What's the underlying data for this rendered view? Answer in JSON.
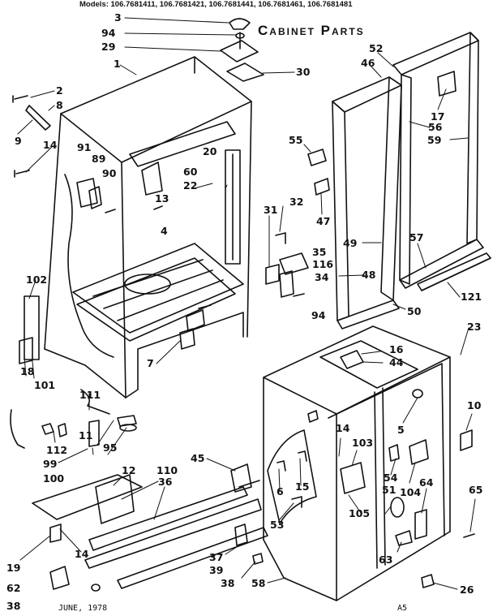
{
  "header": {
    "models": "Models:        106.7681411, 106.7681421, 106.7681441, 106.7681461, 106.7681481",
    "title": "Cabinet Parts"
  },
  "footer": {
    "date": "JUNE, 1978",
    "code": "A5"
  },
  "callouts": [
    "3",
    "94",
    "29",
    "1",
    "30",
    "2",
    "8",
    "9",
    "14",
    "91",
    "89",
    "90",
    "13",
    "4",
    "60",
    "20",
    "22",
    "52",
    "46",
    "17",
    "56",
    "59",
    "55",
    "47",
    "32",
    "31",
    "35",
    "116",
    "34",
    "94",
    "49",
    "48",
    "57",
    "121",
    "50",
    "102",
    "101",
    "18",
    "7",
    "23",
    "111",
    "112",
    "99",
    "11",
    "95",
    "100",
    "12",
    "110",
    "36",
    "45",
    "19",
    "62",
    "38",
    "14",
    "37",
    "39",
    "38",
    "58",
    "16",
    "44",
    "5",
    "14",
    "103",
    "6",
    "15",
    "53",
    "54",
    "51",
    "104",
    "105",
    "64",
    "10",
    "65",
    "63",
    "26"
  ],
  "colors": {
    "ink": "#111111",
    "paper": "#ffffff"
  }
}
